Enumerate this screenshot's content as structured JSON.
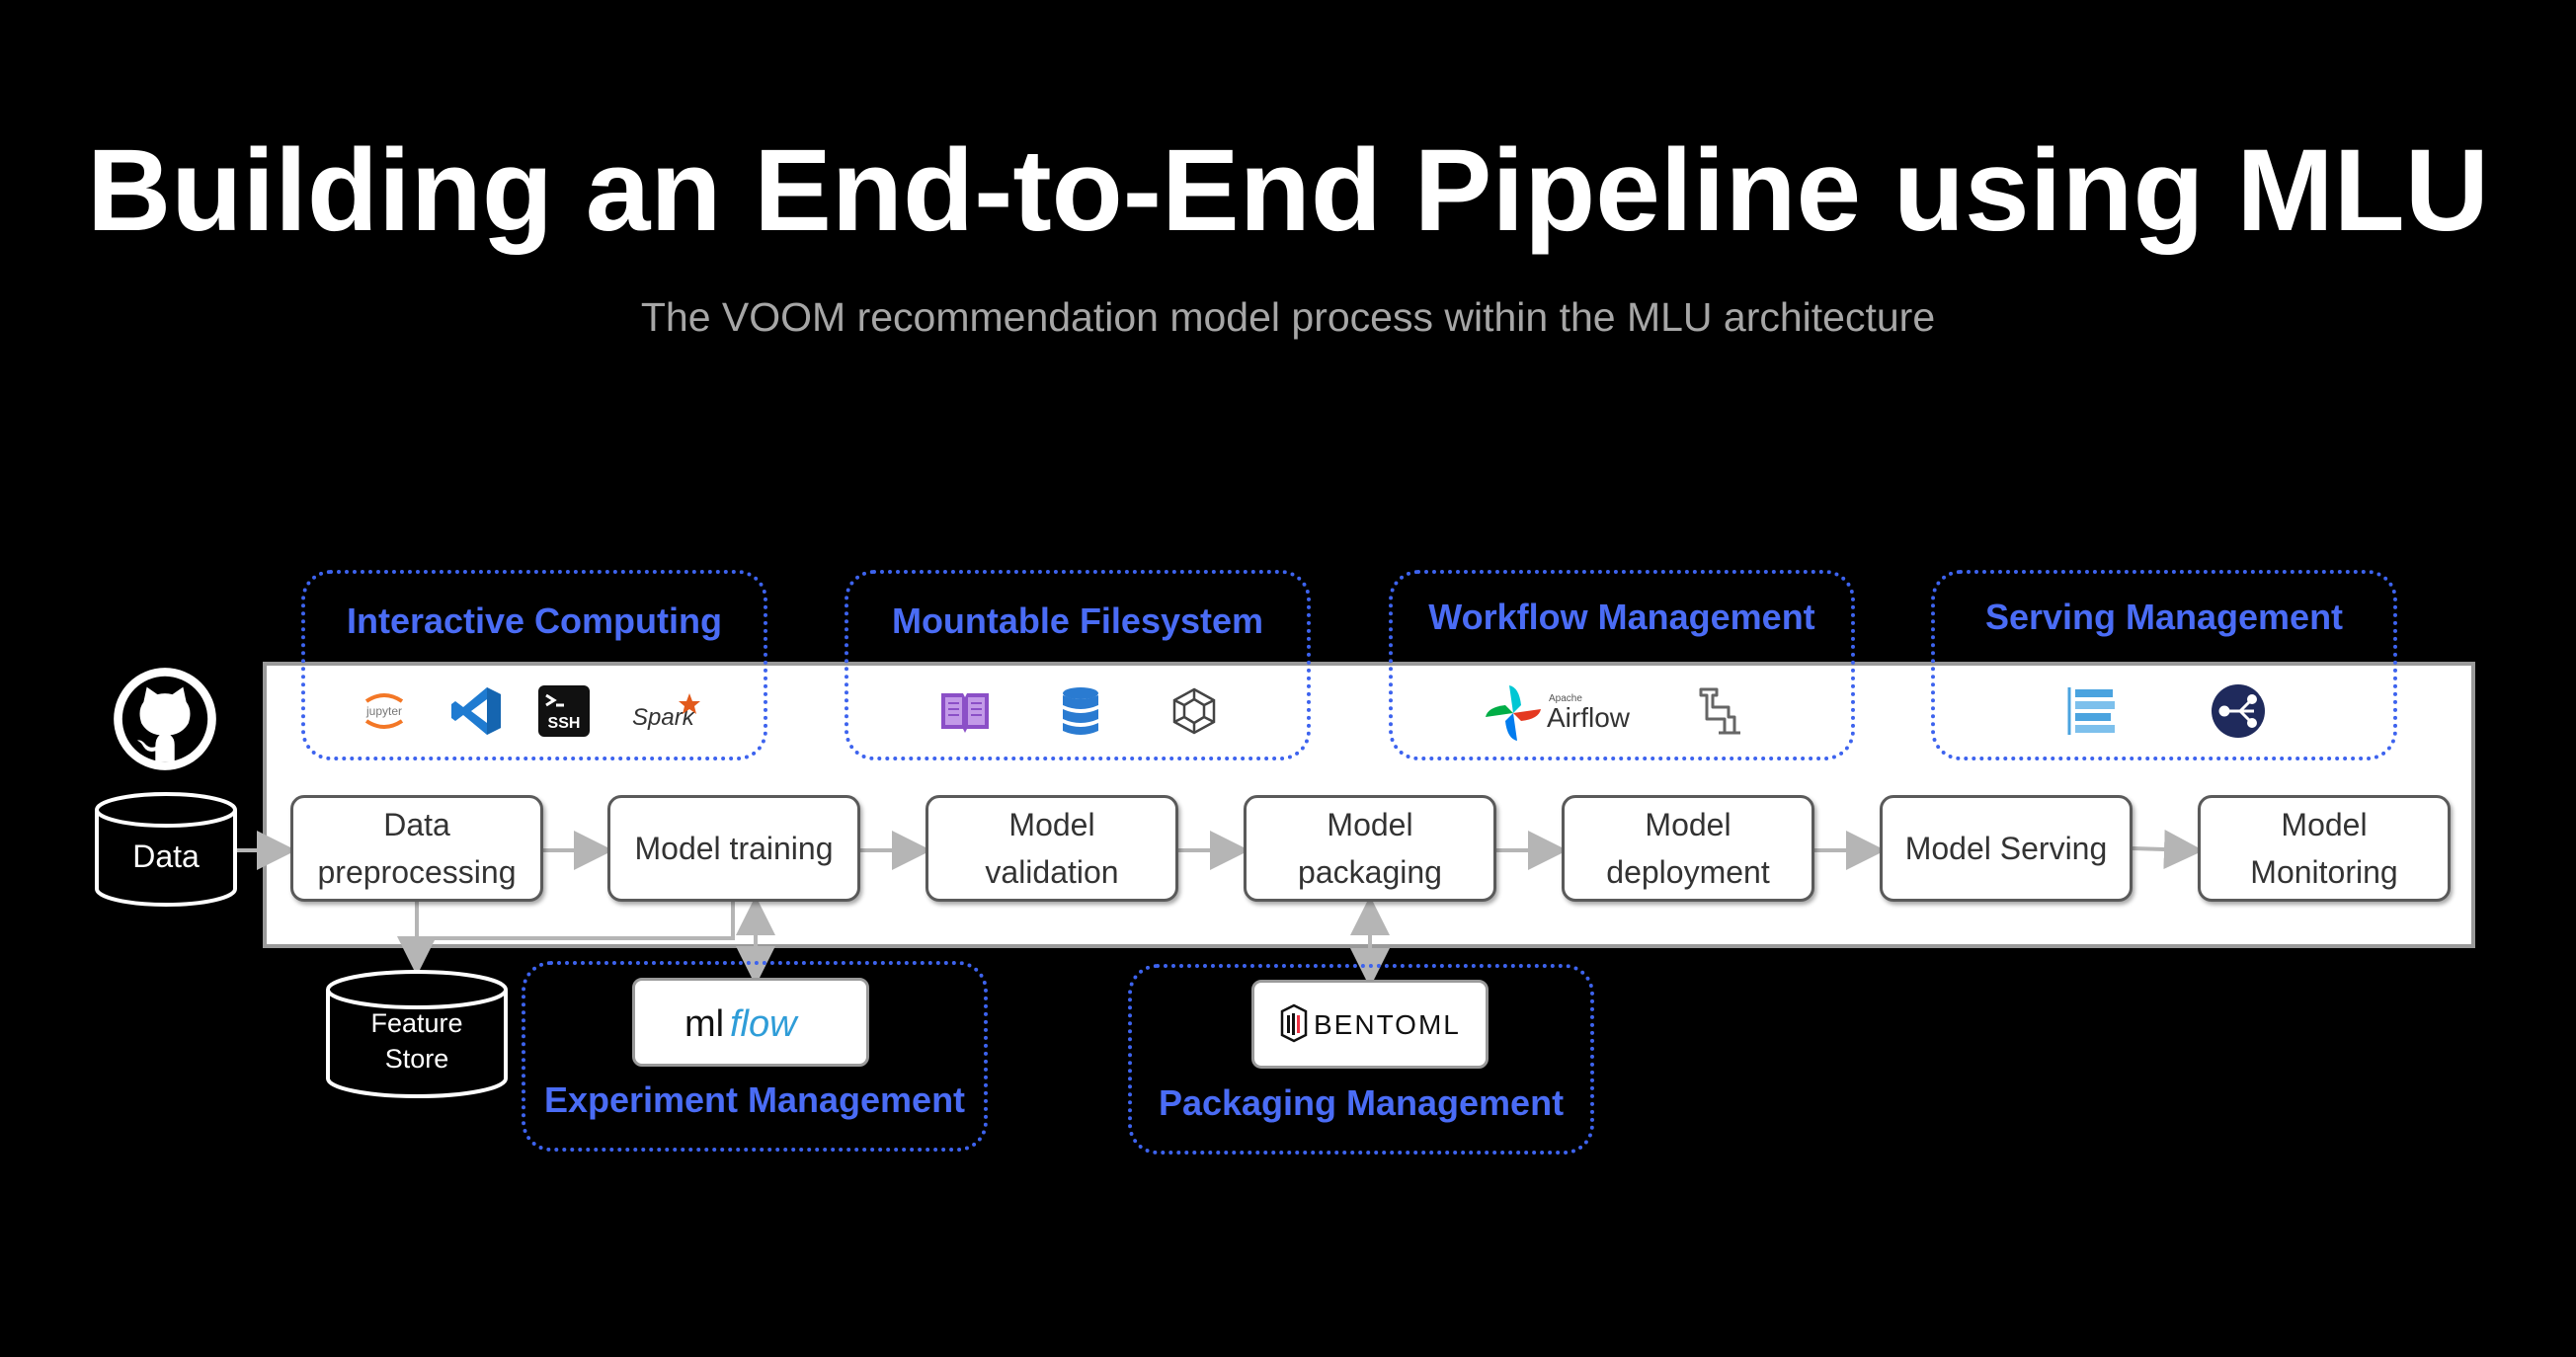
{
  "title": "Building an End-to-End Pipeline using MLU",
  "subtitle": "The VOOM recommendation model process within the MLU architecture",
  "sources": {
    "data_label": "Data",
    "feature_store_line1": "Feature",
    "feature_store_line2": "Store"
  },
  "groups": {
    "interactive": "Interactive Computing",
    "filesystem": "Mountable Filesystem",
    "workflow": "Workflow Management",
    "serving": "Serving Management",
    "experiment": "Experiment Management",
    "packaging": "Packaging Management"
  },
  "steps": {
    "preprocessing": [
      "Data",
      "preprocessing"
    ],
    "training": [
      "Model training"
    ],
    "validation": [
      "Model",
      "validation"
    ],
    "packaging": [
      "Model",
      "packaging"
    ],
    "deployment": [
      "Model",
      "deployment"
    ],
    "serving": [
      "Model Serving"
    ],
    "monitoring": [
      "Model",
      "Monitoring"
    ]
  },
  "icons": {
    "interactive": [
      "jupyter-icon",
      "vscode-icon",
      "ssh-terminal-icon",
      "spark-icon"
    ],
    "filesystem": [
      "book-icon",
      "database-icon",
      "cube-icon"
    ],
    "workflow": [
      "airflow-icon",
      "pipe-icon"
    ],
    "serving": [
      "server-list-icon",
      "network-share-icon"
    ]
  },
  "logos": {
    "jupyter": "jupyter",
    "ssh": "SSH",
    "spark": "Spark",
    "airflow_small": "Apache",
    "airflow": "Airflow",
    "mlflow_ml": "ml",
    "mlflow_flow": "flow",
    "bentoml": "BENTOML"
  },
  "colors": {
    "group_border": "#3d63ee",
    "group_label": "#4a6cf5",
    "panel_border": "#9a9a9a",
    "arrow": "#b5b5b5"
  }
}
